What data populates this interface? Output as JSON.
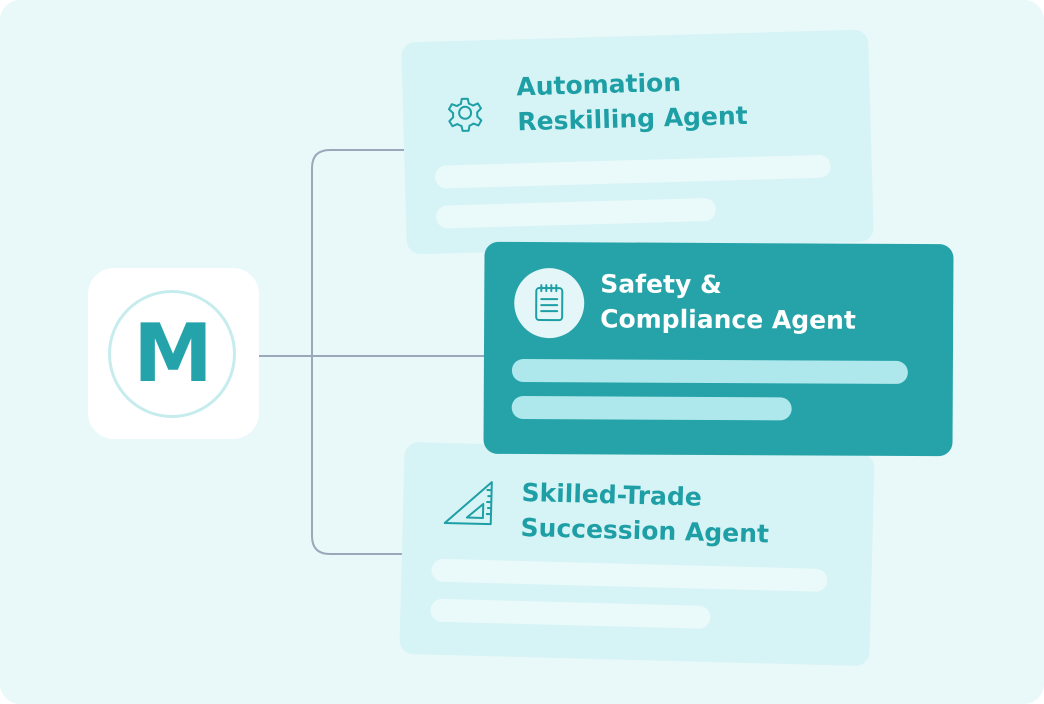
{
  "hub": {
    "logo_letter": "M",
    "logo_icon": "m-logo-icon"
  },
  "agents": [
    {
      "title": "Automation\nReskilling Agent",
      "icon": "gear-icon",
      "highlighted": false
    },
    {
      "title": "Safety &\nCompliance Agent",
      "icon": "document-icon",
      "highlighted": true
    },
    {
      "title": "Skilled-Trade\nSuccession Agent",
      "icon": "set-square-icon",
      "highlighted": false
    }
  ],
  "colors": {
    "background": "#e9f8f9",
    "card_light": "#d6f3f5",
    "card_highlight": "#25a3a8",
    "accent_text": "#1e9fa5",
    "connector": "#9aa9ba"
  }
}
